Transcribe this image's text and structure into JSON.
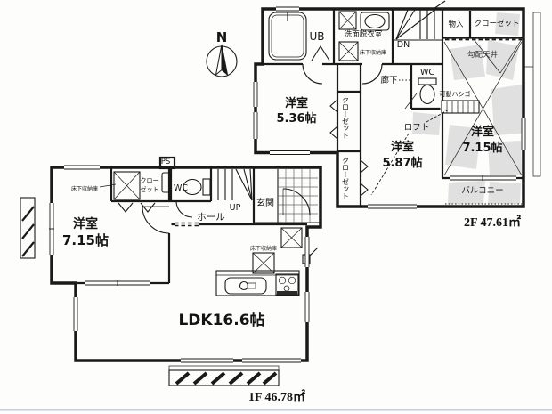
{
  "compass": {
    "north_label": "N"
  },
  "colors": {
    "line": "#1a1a1a",
    "shade": "#c9c9c9",
    "bottom_rule": "#c3cede",
    "background": "#fdfdfc"
  },
  "floor2": {
    "area_label": "2F 47.61㎡",
    "unit_bath": "UB",
    "washroom": "洗面脱衣室",
    "washroom_underfloor_storage": "床下収納庫",
    "stairs_down": "DN",
    "storage": "物入",
    "closet_top": "クローゼット",
    "room_536_name": "洋室",
    "room_536_size": "5.36帖",
    "closet_mid": "クローゼット",
    "closet_low": "クローゼット",
    "corridor": "廊下",
    "wc": "WC",
    "loft": "ロフト",
    "room_587_name": "洋室",
    "room_587_size": "5.87帖",
    "sloped_ceiling": "勾配天井",
    "movable_ladder": "可動ハシゴ",
    "room_715_name": "洋室",
    "room_715_size": "7.15帖",
    "balcony": "バルコニー"
  },
  "floor1": {
    "area_label": "1F 46.78㎡",
    "pipe_space": "PS",
    "underfloor_storage": "床下収納庫",
    "closet_line1": "クロー",
    "closet_line2": "ゼット",
    "wc": "WC",
    "stairs_up": "UP",
    "hall": "ホール",
    "entrance": "玄関",
    "room_715_name": "洋室",
    "room_715_size": "7.15帖",
    "kitchen_underfloor_storage": "床下収納庫",
    "ldk": "LDK16.6帖"
  }
}
